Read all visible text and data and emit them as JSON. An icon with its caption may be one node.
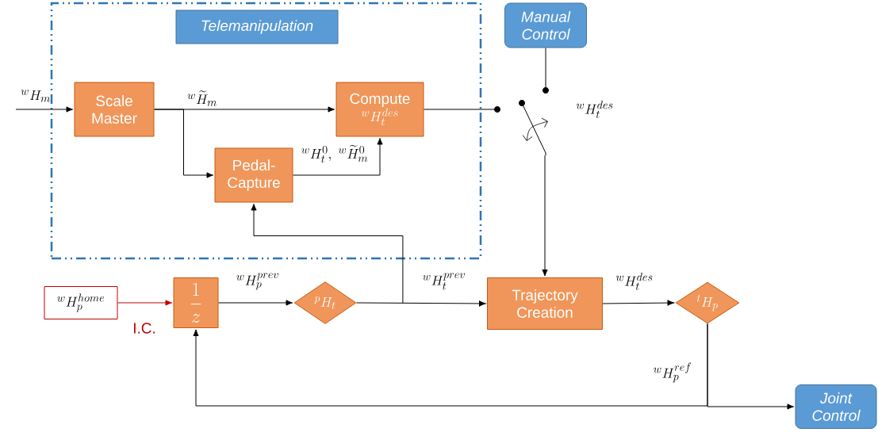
{
  "diagram": {
    "nodes": [
      {
        "text": [],
        "shape": "box"
      },
      {
        "text": [
          "Telemanipulation"
        ],
        "in": 0
      },
      {
        "text": [
          "Scale Master"
        ],
        "in": 0
      },
      {
        "text": [
          "Compute",
          "{}^{w}H_{t}^{des}"
        ],
        "in": 0
      },
      {
        "text": [
          "Pedal-Capture"
        ],
        "in": 0
      },
      {
        "text": [
          "Manual Control"
        ]
      },
      {
        "text": [],
        "shape": "switch",
        "beside": [
          "{}^{w}H_{t}^{des}"
        ]
      },
      {
        "text": [
          "{}^{w}H_{p}^{home}"
        ]
      },
      {
        "text": [
          "\\frac{1}{z}"
        ]
      },
      {
        "text": [
          "{}^{p}H_{t}"
        ]
      },
      {
        "text": [
          "Trajectory Creation"
        ]
      },
      {
        "text": [
          "{}^{t}H_{p}"
        ]
      },
      {
        "text": [
          "Joint Control"
        ]
      }
    ],
    "edges": [
      {
        "from": null,
        "to": 2,
        "arrow": "to",
        "label": "{}^{w}H_{m}"
      },
      {
        "from": 2,
        "to": 3,
        "arrow": "to",
        "label": "{}^{w}\\widetilde{H}_{m}"
      },
      {
        "from": 2,
        "to": 4,
        "arrow": "to"
      },
      {
        "from": 4,
        "to": 3,
        "arrow": "to",
        "label": "{}^{w}H_{t}^{0},\\ {}^{w}\\widetilde{H}_{m}^{0}"
      },
      {
        "from": 3,
        "to": 6,
        "arrow": "none"
      },
      {
        "from": 5,
        "to": 6,
        "arrow": "none"
      },
      {
        "from": 6,
        "to": 10,
        "arrow": "to"
      },
      {
        "from": 7,
        "to": 8,
        "arrow": "to",
        "label": "I.C.",
        "color": "#c00000"
      },
      {
        "from": 8,
        "to": 9,
        "arrow": "to",
        "label": "{}^{w}H_{p}^{prev}"
      },
      {
        "from": 9,
        "to": 10,
        "arrow": "to",
        "label": "{}^{w}H_{t}^{prev}"
      },
      {
        "from": 9,
        "to": 4,
        "arrow": "to"
      },
      {
        "from": 10,
        "to": 11,
        "arrow": "to",
        "label": "{}^{w}H_{t}^{des}"
      },
      {
        "from": 11,
        "to": 12,
        "arrow": "to",
        "label": "{}^{w}H_{p}^{ref}"
      },
      {
        "from": 11,
        "to": 8,
        "arrow": "to"
      }
    ]
  }
}
